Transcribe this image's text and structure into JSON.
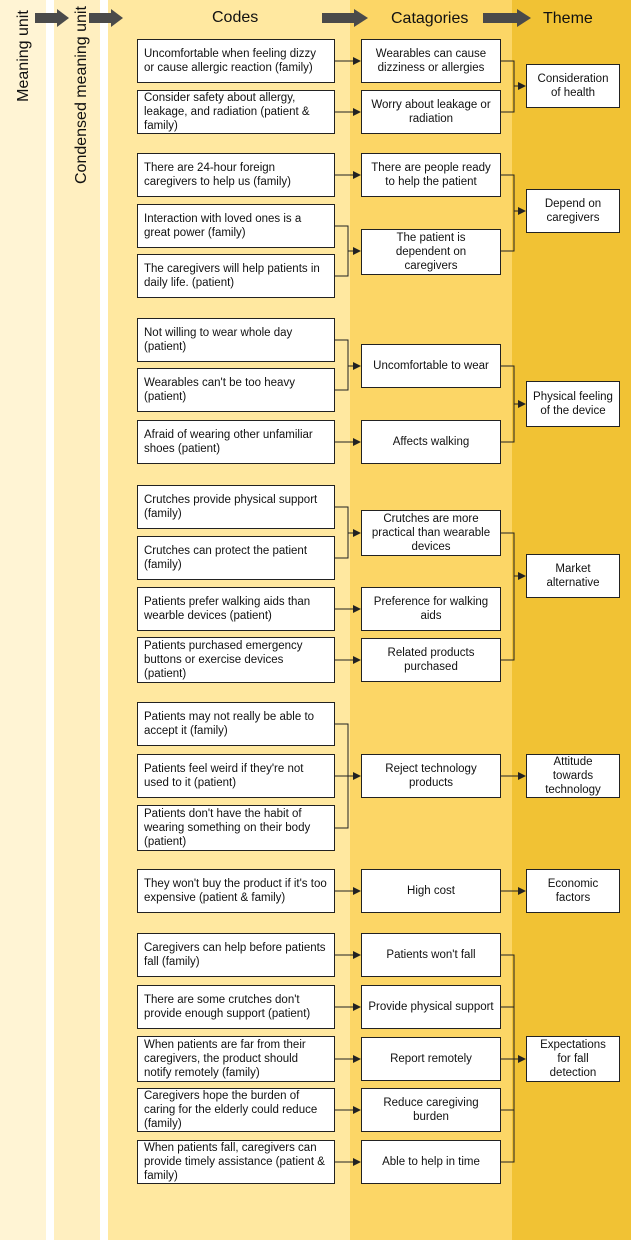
{
  "headers": {
    "meaning_unit": "Meaning unit",
    "condensed_meaning_unit": "Condensed meaning unit",
    "codes": "Codes",
    "categories": "Catagories",
    "theme": "Theme"
  },
  "colors": {
    "band_meaning": "#FFF4D4",
    "band_condensed": "#FFEFC0",
    "band_codes": "#FFE8A0",
    "band_categories": "#FCD666",
    "band_theme": "#F1C234",
    "arrow": "#4a4a4a"
  },
  "codes": [
    "Uncomfortable when feeling dizzy or cause allergic reaction (family)",
    "Consider safety about allergy, leakage, and radiation (patient & family)",
    "There are 24-hour foreign caregivers to help us (family)",
    "Interaction with loved ones is a great power (family)",
    "The caregivers will help patients in daily life. (patient)",
    "Not willing to wear whole day (patient)",
    "Wearables can't be too heavy (patient)",
    "Afraid of wearing other unfamiliar shoes (patient)",
    "Crutches provide physical support (family)",
    "Crutches can protect the patient (family)",
    "Patients prefer walking aids than wearble devices (patient)",
    "Patients purchased emergency buttons or exercise devices (patient)",
    "Patients may not really be able to accept it (family)",
    "Patients feel weird if they're not used to it (patient)",
    "Patients don't have the habit of wearing something on their body (patient)",
    "They won't buy the product if it's too expensive (patient & family)",
    "Caregivers can help before patients fall (family)",
    "There are some crutches don't provide enough support (patient)",
    "When patients are far from their caregivers, the product should notify remotely (family)",
    "Caregivers hope the burden of caring for the elderly could reduce (family)",
    "When patients fall, caregivers can provide timely assistance (patient & family)"
  ],
  "categories": [
    "Wearables can cause dizziness or allergies",
    "Worry about leakage or radiation",
    "There are people ready to help the patient",
    "The patient is dependent on caregivers",
    "Uncomfortable to wear",
    "Affects walking",
    "Crutches are more practical than wearable devices",
    "Preference for walking aids",
    "Related products purchased",
    "Reject technology products",
    "High cost",
    "Patients won't fall",
    "Provide physical support",
    "Report remotely",
    "Reduce caregiving burden",
    "Able to help in time"
  ],
  "themes": [
    "Consideration of health",
    "Depend on caregivers",
    "Physical feeling of the device",
    "Market alternative",
    "Attitude towards technology",
    "Economic factors",
    "Expectations for fall detection"
  ]
}
